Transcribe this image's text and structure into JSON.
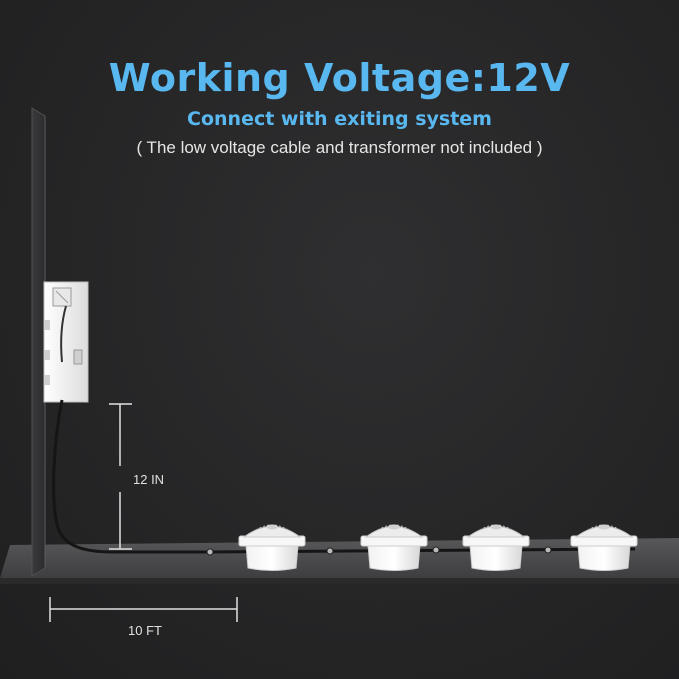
{
  "header": {
    "title": "Working Voltage:12V",
    "subtitle": "Connect with exiting system",
    "note": "( The low voltage cable and transformer not included )"
  },
  "dimensions": {
    "height_label": "12 IN",
    "length_label": "10 FT"
  },
  "lights": {
    "count": 4
  },
  "colors": {
    "accent": "#5ab8f0",
    "background": "#262627",
    "ground": "#4a4a4c"
  }
}
